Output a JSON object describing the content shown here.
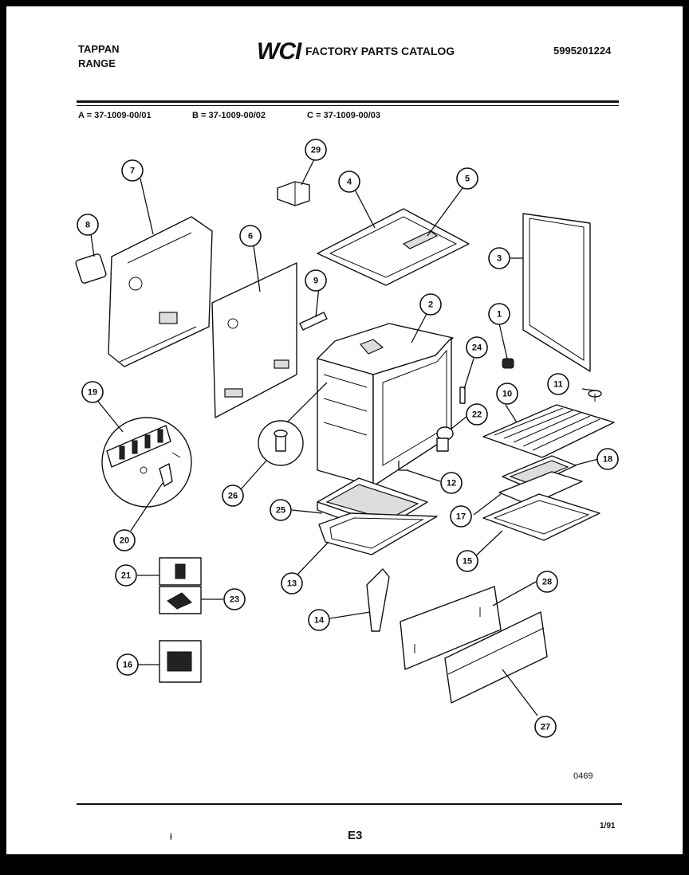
{
  "header": {
    "brand_line1": "TAPPAN",
    "brand_line2": "RANGE",
    "logo_text": "WCI",
    "catalog_title": "FACTORY PARTS CATALOG",
    "catalog_number": "5995201224"
  },
  "models": [
    "A = 37-1009-00/01",
    "B = 37-1009-00/02",
    "C = 37-1009-00/03"
  ],
  "callouts": [
    "1",
    "2",
    "3",
    "4",
    "5",
    "6",
    "7",
    "8",
    "9",
    "10",
    "11",
    "12",
    "13",
    "14",
    "15",
    "16",
    "17",
    "18",
    "19",
    "20",
    "21",
    "22",
    "23",
    "24",
    "25",
    "26",
    "27",
    "28",
    "29"
  ],
  "footer": {
    "drawing_code": "0469",
    "page_label": "E3",
    "date": "1/91",
    "mark": "ł"
  }
}
